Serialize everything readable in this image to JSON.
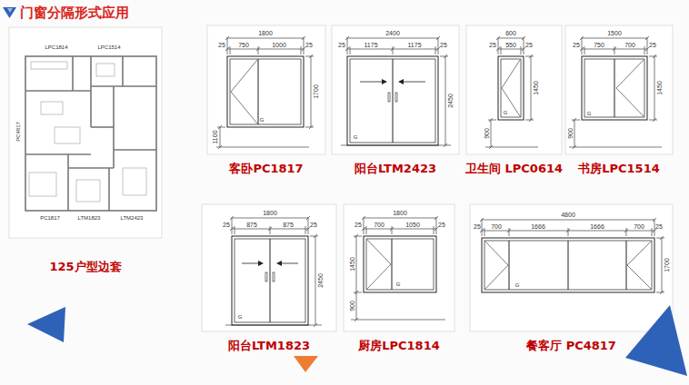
{
  "diagram": {
    "title": "门窗分隔形式应用",
    "nodes": [
      {
        "text": [
          "125户型边套"
        ]
      },
      {
        "text": [
          "客卧PC1817"
        ]
      },
      {
        "text": [
          "阳台LTM2423"
        ]
      },
      {
        "text": [
          "卫生间 LPC0614"
        ]
      },
      {
        "text": [
          "书房LPC1514"
        ]
      },
      {
        "text": [
          "阳台LTM1823"
        ]
      },
      {
        "text": [
          "厨房LPC1814"
        ]
      },
      {
        "text": [
          "餐客厅 PC4817"
        ]
      }
    ],
    "labels": [
      "LPC1814",
      "LPC1514",
      "PC4817",
      "PC1817",
      "LTM1823",
      "LTM2423",
      "1800",
      "25",
      "750",
      "1000",
      "25",
      "1700",
      "1100",
      "G",
      "2400",
      "25",
      "1175",
      "1175",
      "25",
      "2450",
      "G",
      "600",
      "25",
      "550",
      "25",
      "1450",
      "900",
      "G",
      "1500",
      "25",
      "750",
      "700",
      "25",
      "1450",
      "900",
      "G",
      "1800",
      "25",
      "875",
      "875",
      "25",
      "2450",
      "G",
      "1800",
      "25",
      "700",
      "1050",
      "25",
      "1450",
      "900",
      "G",
      "4800",
      "25",
      "700",
      "1666",
      "1666",
      "700",
      "25",
      "1700",
      "G"
    ]
  }
}
